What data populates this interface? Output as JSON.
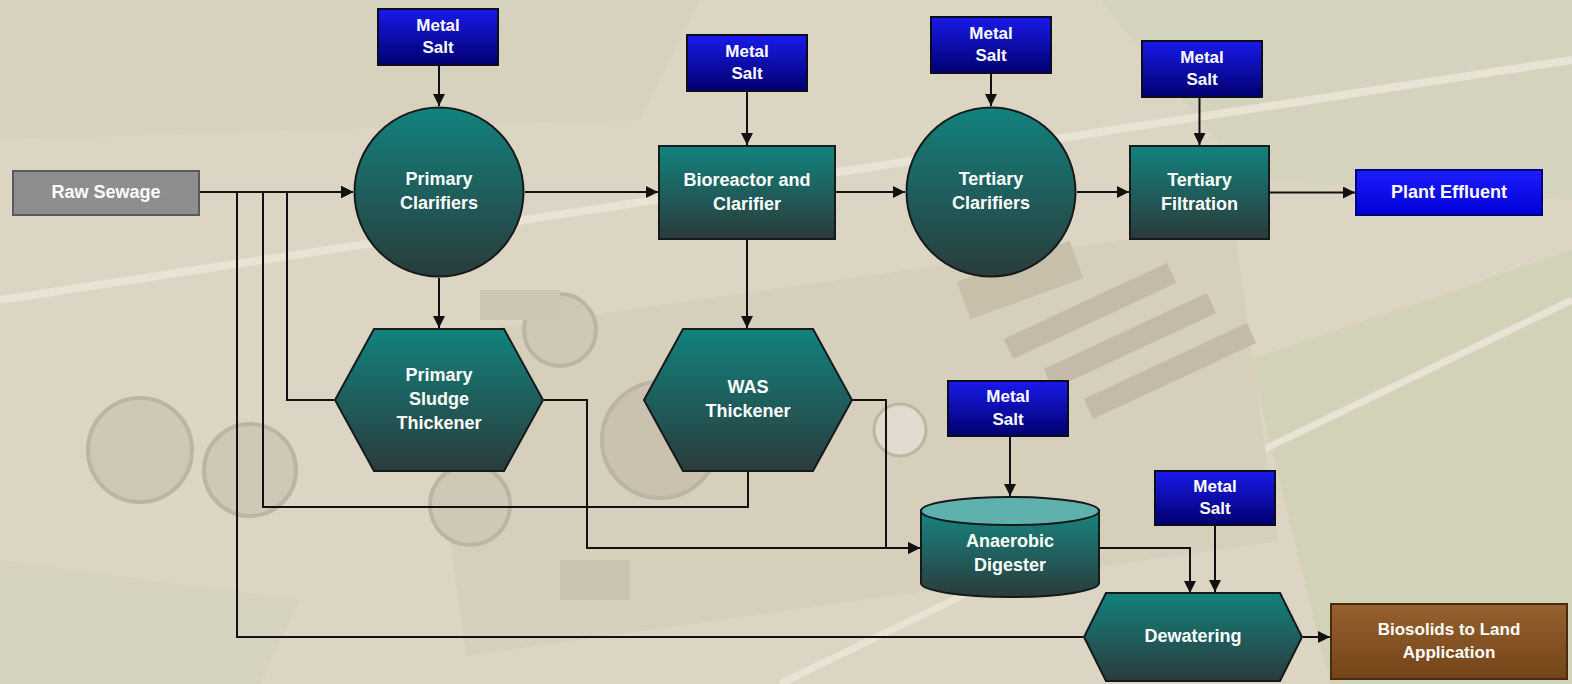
{
  "diagram": {
    "nodes": [
      {
        "text": [
          "Metal Salt"
        ]
      },
      {
        "text": [
          "Metal Salt"
        ]
      },
      {
        "text": [
          "Metal Salt"
        ]
      },
      {
        "text": [
          "Metal Salt"
        ]
      },
      {
        "text": [
          "Raw Sewage"
        ]
      },
      {
        "text": [
          "Primary Clarifiers"
        ]
      },
      {
        "text": [
          "Bioreactor and Clarifier"
        ]
      },
      {
        "text": [
          "Tertiary Clarifiers"
        ]
      },
      {
        "text": [
          "Tertiary Filtration"
        ]
      },
      {
        "text": [
          "Plant Effluent"
        ]
      },
      {
        "text": [
          "Primary Sludge Thickener"
        ]
      },
      {
        "text": [
          "WAS Thickener"
        ]
      },
      {
        "text": [
          "Metal Salt"
        ]
      },
      {
        "text": [
          "Anaerobic Digester"
        ]
      },
      {
        "text": [
          "Metal Salt"
        ]
      },
      {
        "text": [
          "Dewatering"
        ]
      },
      {
        "text": [
          "Biosolids to Land Application"
        ]
      }
    ],
    "edges": [
      {
        "from": 4,
        "to": 5,
        "arrow": "to"
      },
      {
        "from": 0,
        "to": 5,
        "arrow": "to"
      },
      {
        "from": 5,
        "to": 6,
        "arrow": "to"
      },
      {
        "from": 1,
        "to": 6,
        "arrow": "to"
      },
      {
        "from": 6,
        "to": 7,
        "arrow": "to"
      },
      {
        "from": 2,
        "to": 7,
        "arrow": "to"
      },
      {
        "from": 7,
        "to": 8,
        "arrow": "to"
      },
      {
        "from": 3,
        "to": 8,
        "arrow": "to"
      },
      {
        "from": 8,
        "to": 9,
        "arrow": "to"
      },
      {
        "from": 5,
        "to": 10,
        "arrow": "to"
      },
      {
        "from": 6,
        "to": 11,
        "arrow": "to"
      },
      {
        "from": 10,
        "to": 5,
        "arrow": "to"
      },
      {
        "from": 11,
        "to": 5,
        "arrow": "to"
      },
      {
        "from": 15,
        "to": 5,
        "arrow": "to"
      },
      {
        "from": 10,
        "to": 13,
        "arrow": "to"
      },
      {
        "from": 11,
        "to": 13,
        "arrow": "to"
      },
      {
        "from": 12,
        "to": 13,
        "arrow": "to"
      },
      {
        "from": 13,
        "to": 15,
        "arrow": "to"
      },
      {
        "from": 14,
        "to": 15,
        "arrow": "to"
      },
      {
        "from": 15,
        "to": 16,
        "arrow": "to"
      }
    ]
  }
}
